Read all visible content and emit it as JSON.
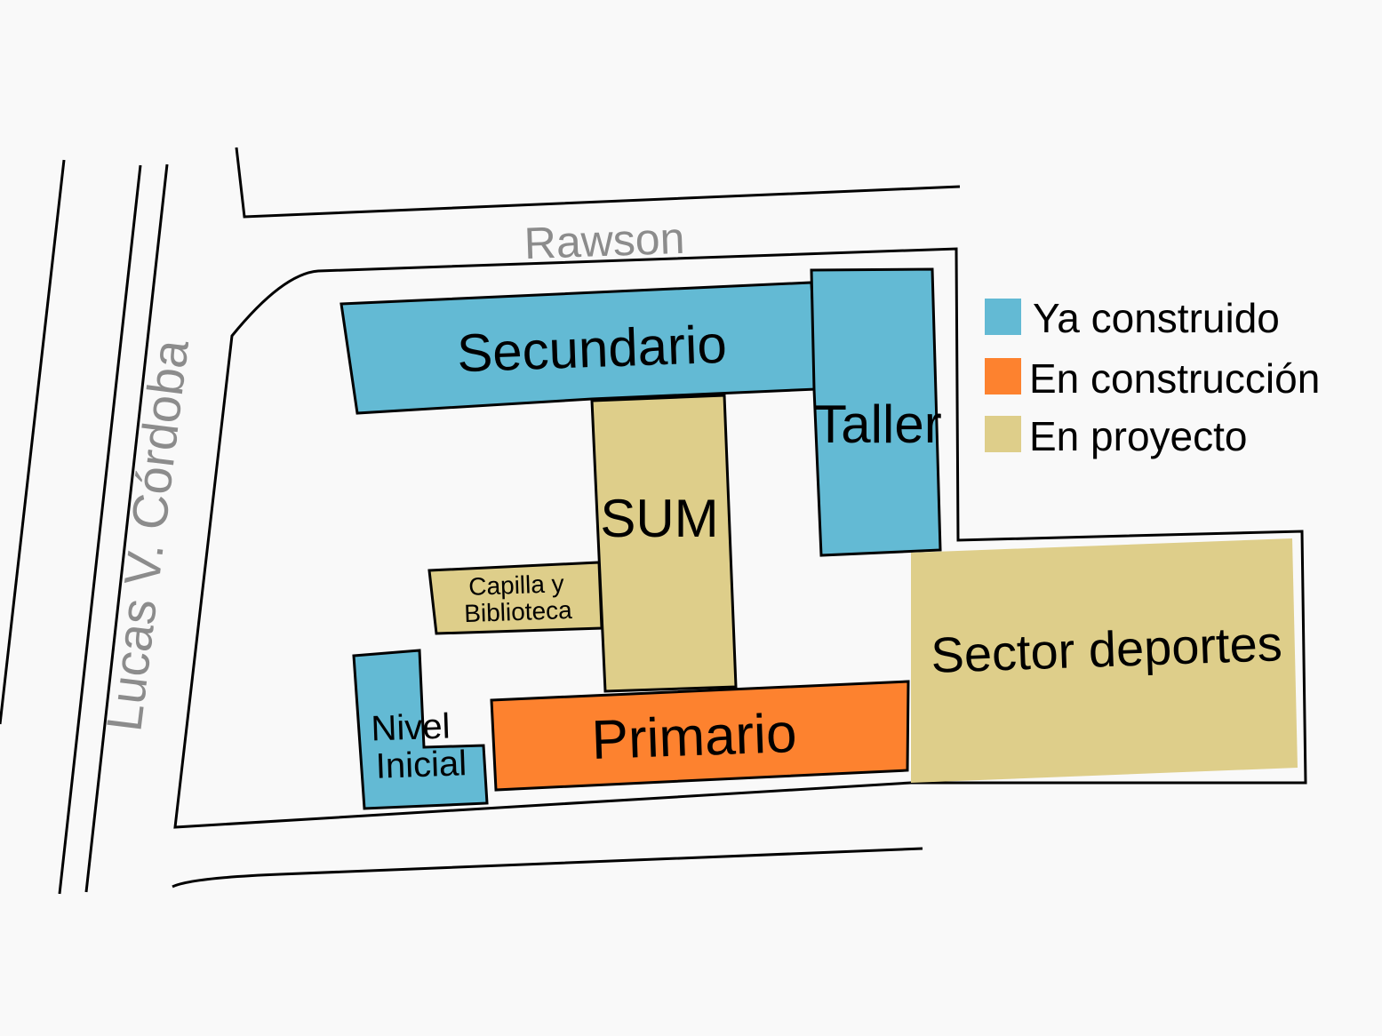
{
  "colors": {
    "ya_construido": "#63bad4",
    "en_construccion": "#fd822f",
    "en_proyecto": "#dece8a",
    "background": "#f9f9f9",
    "street_label": "#8c8c8c"
  },
  "streets": {
    "top": "Rawson",
    "left": "Lucas V. Córdoba"
  },
  "buildings": {
    "secundario": {
      "label": "Secundario",
      "status": "ya_construido"
    },
    "taller": {
      "label": "Taller",
      "status": "ya_construido"
    },
    "sum": {
      "label": "SUM",
      "status": "en_proyecto"
    },
    "capilla": {
      "label_line1": "Capilla y",
      "label_line2": "Biblioteca",
      "status": "en_proyecto"
    },
    "nivel_inicial": {
      "label_line1": "Nivel",
      "label_line2": "Inicial",
      "status": "ya_construido"
    },
    "primario": {
      "label": "Primario",
      "status": "en_construccion"
    },
    "sector_deportes": {
      "label": "Sector deportes",
      "status": "en_proyecto"
    }
  },
  "legend": {
    "items": [
      {
        "key": "ya_construido",
        "label": "Ya construido",
        "color": "#63bad4"
      },
      {
        "key": "en_construccion",
        "label": "En construcción",
        "color": "#fd822f"
      },
      {
        "key": "en_proyecto",
        "label": "En proyecto",
        "color": "#dece8a"
      }
    ]
  }
}
